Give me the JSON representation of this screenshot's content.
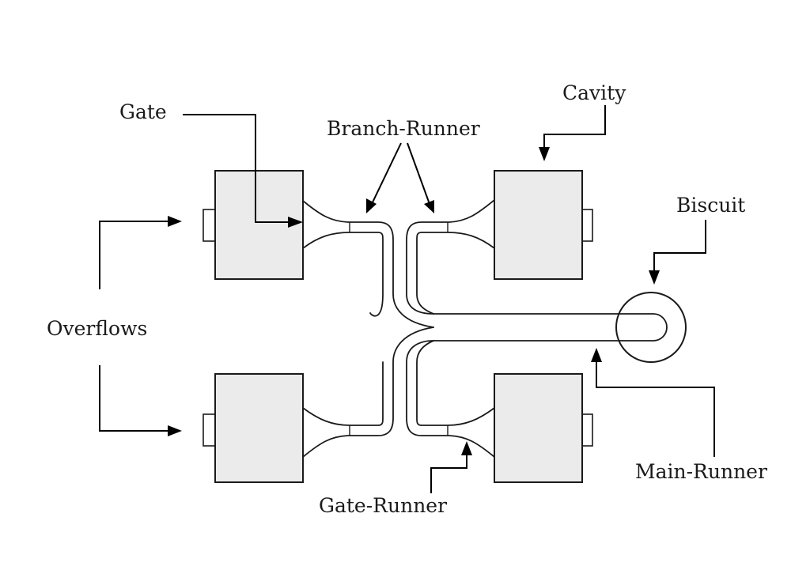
{
  "labels": {
    "gate": "Gate",
    "branch_runner": "Branch-Runner",
    "cavity": "Cavity",
    "biscuit": "Biscuit",
    "overflows": "Overflows",
    "main_runner": "Main-Runner",
    "gate_runner": "Gate-Runner"
  }
}
